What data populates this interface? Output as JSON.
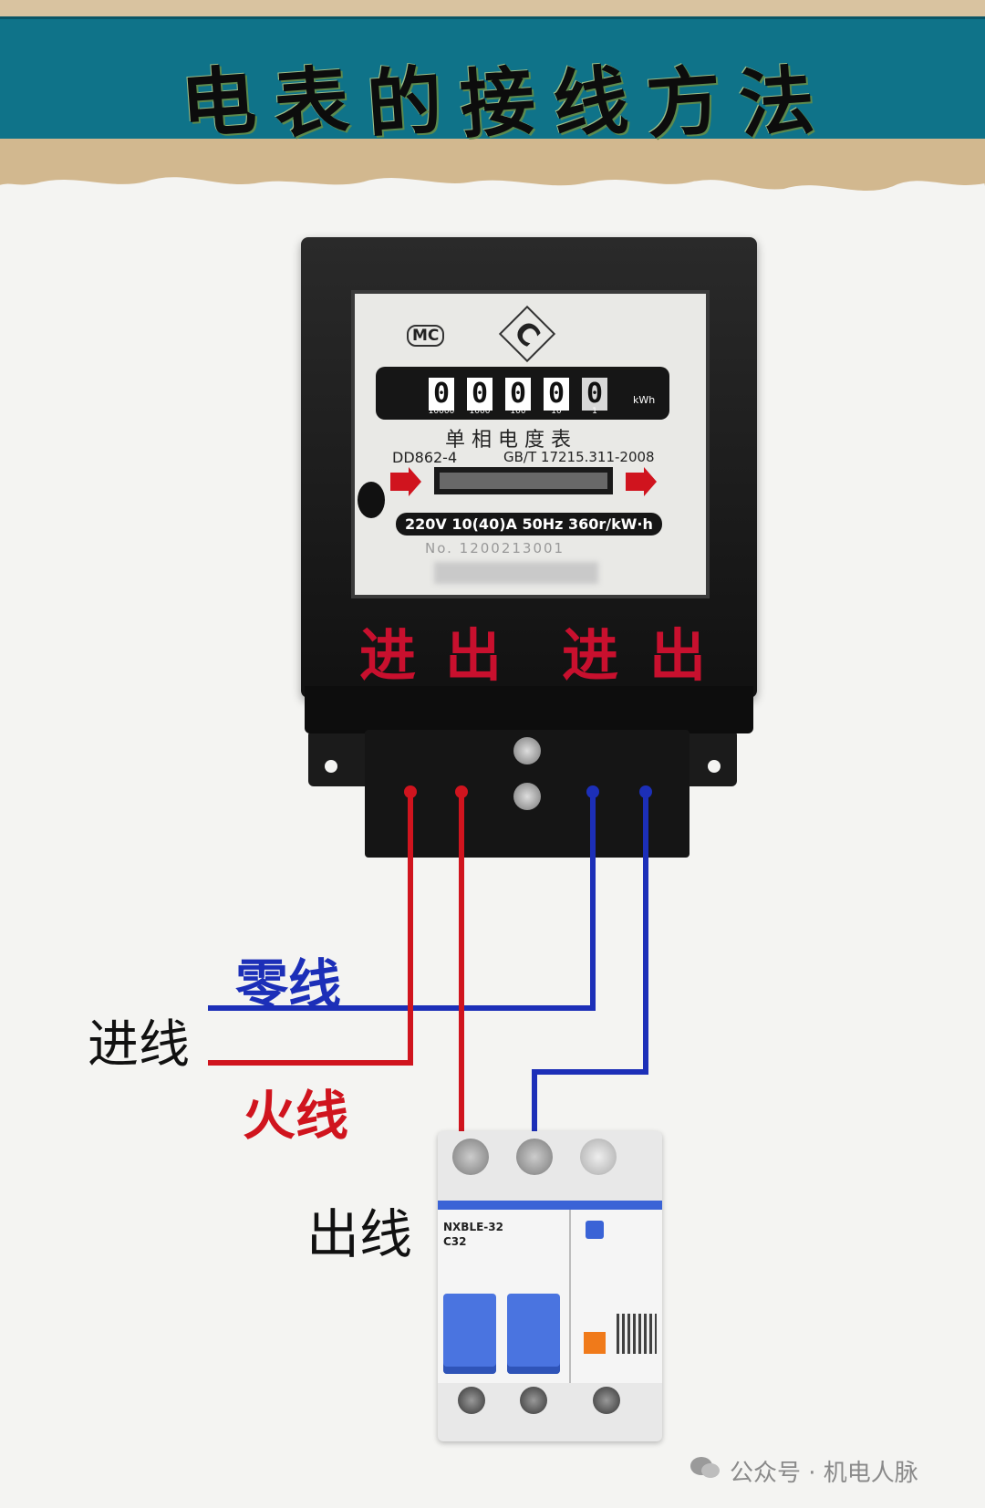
{
  "title": [
    "电",
    "表",
    "的",
    "接",
    "线",
    "方",
    "法"
  ],
  "meter": {
    "brand_mark": "MC",
    "ccc_mark": "C",
    "register_digits": [
      "0",
      "0",
      "0",
      "0",
      "0"
    ],
    "register_multipliers": [
      "10000",
      "1000",
      "100",
      "10",
      "1"
    ],
    "unit": "kWh",
    "name": "单 相 电 度 表",
    "model": "DD862-4",
    "standard": "GB/T 17215.311-2008",
    "rating": "220V  10(40)A  50Hz  360r/kW·h",
    "serial": "No. 1200213001",
    "terminals": [
      "进",
      "出",
      "进",
      "出"
    ]
  },
  "labels": {
    "incoming": "进线",
    "neutral": "零线",
    "live": "火线",
    "outgoing": "出线"
  },
  "breaker": {
    "model": "NXBLE-32",
    "rating": "C32"
  },
  "watermark": "公众号 · 机电人脉",
  "colors": {
    "banner_teal": "#0f7389",
    "live_wire": "#d0141e",
    "neutral_wire": "#1c2fb8",
    "terminal_text": "#c8102e",
    "breaker_blue": "#3a63d6"
  }
}
